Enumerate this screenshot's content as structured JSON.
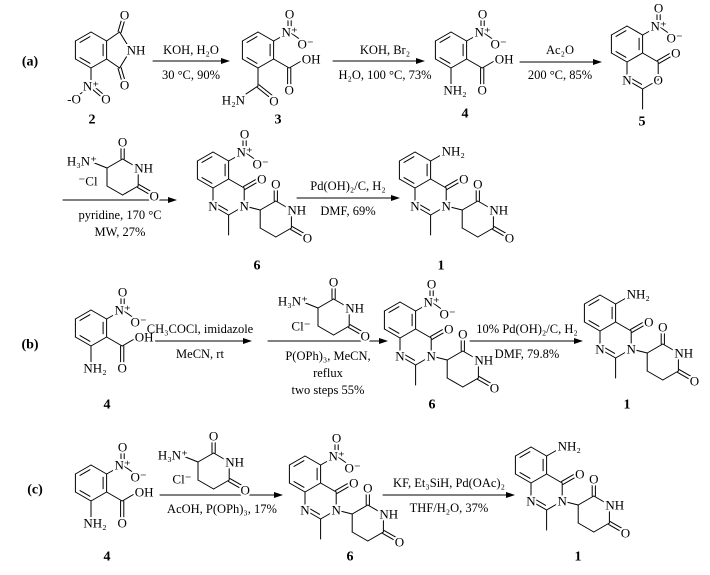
{
  "scheme_labels": {
    "a": "(a)",
    "b": "(b)",
    "c": "(c)"
  },
  "compounds": {
    "c1": "1",
    "c2": "2",
    "c3": "3",
    "c4": "4",
    "c5": "5",
    "c6": "6"
  },
  "atoms": {
    "O": "O",
    "N": "N",
    "NH": "NH",
    "OH": "OH",
    "N_plus": "N⁺",
    "O_minus": "O⁻",
    "minus_O": "-O",
    "H2N": "H₂N",
    "NH2": "NH₂",
    "H3N_plus": "H₃N⁺",
    "Cl_minus": "Cl⁻",
    "minus_Cl": "⁻Cl"
  },
  "reactions": {
    "a": [
      {
        "above": "KOH, H₂O",
        "below": [
          "30 °C, 90%"
        ]
      },
      {
        "above": "KOH, Br₂",
        "below": [
          "H₂O, 100 °C, 73%"
        ]
      },
      {
        "above": "Ac₂O",
        "below": [
          "200 °C, 85%"
        ]
      },
      {
        "below": [
          "pyridine, 170 °C",
          "MW, 27%"
        ]
      },
      {
        "above": "Pd(OH)₂/C, H₂",
        "below": [
          "DMF, 69%"
        ]
      }
    ],
    "b": [
      {
        "above": "CH₃COCl, imidazole",
        "below": [
          "MeCN, rt"
        ]
      },
      {
        "below": [
          "P(OPh)₃, MeCN,",
          "reflux",
          "two steps 55%"
        ]
      },
      {
        "above": "10% Pd(OH)₂/C, H₂",
        "below": [
          "DMF, 79.8%"
        ]
      }
    ],
    "c": [
      {
        "below": [
          "AcOH, P(OPh)₃, 17%"
        ]
      },
      {
        "above": "KF, Et₃SiH, Pd(OAc)₂",
        "below": [
          "THF/H₂O, 37%"
        ]
      }
    ]
  }
}
